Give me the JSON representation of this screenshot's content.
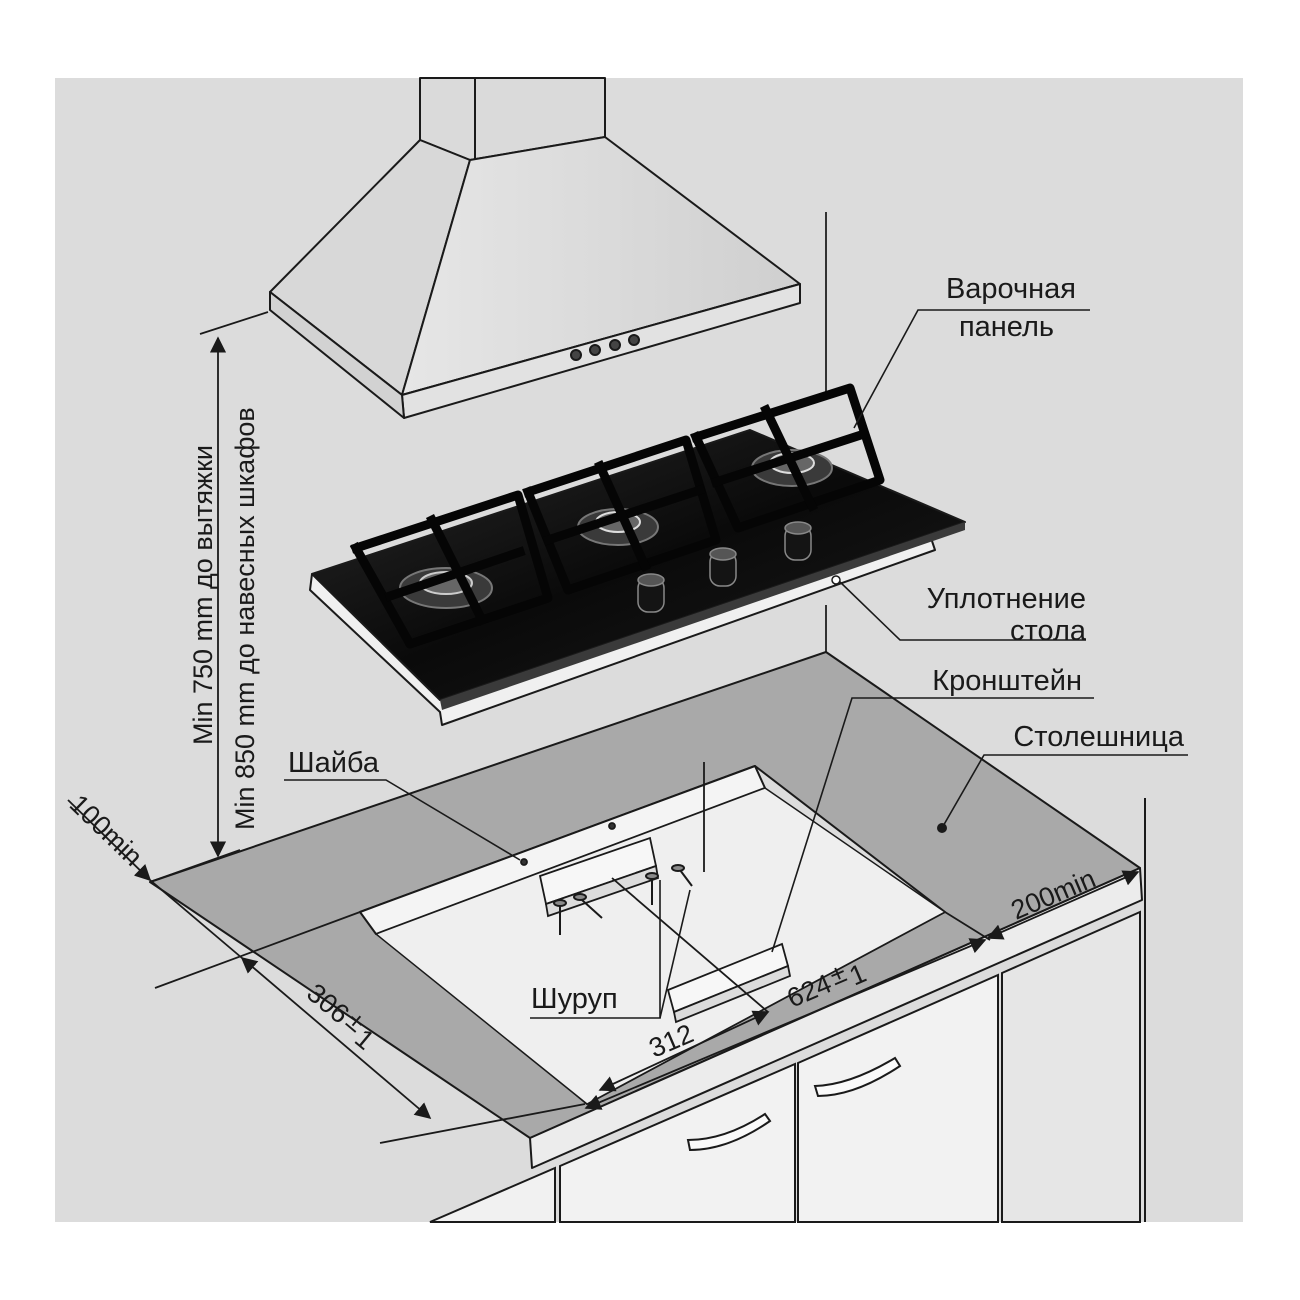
{
  "labels": {
    "hob": [
      "Варочная",
      "панель"
    ],
    "seal": [
      "Уплотнение",
      "стола"
    ],
    "bracket": "Кронштейн",
    "countertop": "Столешница",
    "washer": "Шайба",
    "screw": "Шуруп"
  },
  "dimensions": {
    "hood_min_750": "Min 750 mm до вытяжки",
    "cabinets_min_850": "Min 850 mm до навесных шкафов",
    "front_100": "100min",
    "side_200": "200min",
    "depth": "306",
    "depth_tol": "1",
    "width": "624",
    "width_tol": "1",
    "half_width": "312"
  },
  "colors": {
    "wall": "#dcdcdc",
    "countertop_top": "#a9a9a9",
    "countertop_front": "#e9e9e9",
    "glass": "#0f0f0f",
    "line": "#1a1a1a"
  }
}
